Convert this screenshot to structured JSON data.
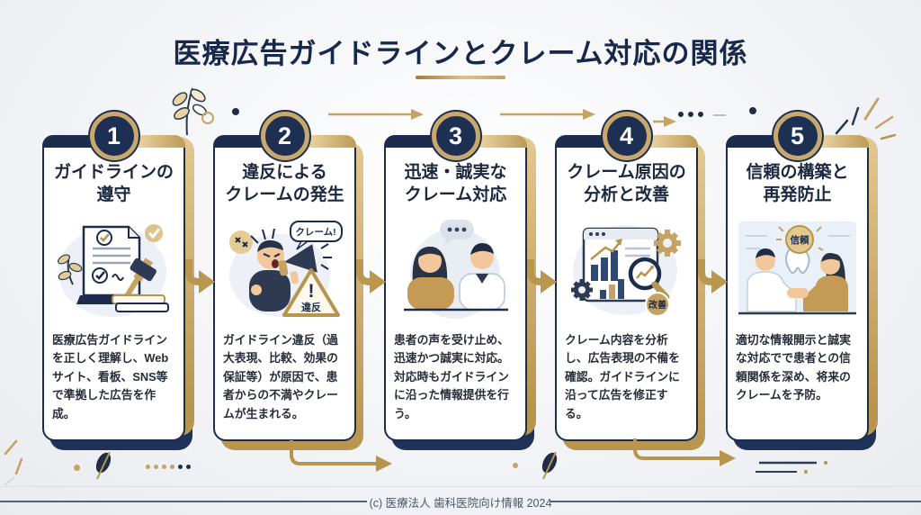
{
  "page": {
    "title": "医療広告ガイドラインとクレーム対応の関係",
    "footer": "(c) 医療法人 歯科医院向け情報 2024"
  },
  "colors": {
    "navy": "#1c2c4d",
    "navy_dark": "#17284a",
    "gold": "#c6a263",
    "gold_dark": "#b8954e",
    "background": "#f3f4f7",
    "card_background": "#ffffff",
    "body_text": "#262c38"
  },
  "steps": [
    {
      "number": "1",
      "title_line1": "ガイドラインの",
      "title_line2": "遵守",
      "body": "医療広告ガイドラインを正しく理解し、Webサイト、看板、SNS等で準拠した広告を作成。",
      "illustration": "document-checkmarks-gavel-book"
    },
    {
      "number": "2",
      "title_line1": "違反による",
      "title_line2": "クレームの発生",
      "body": "ガイドライン違反（過大表現、比較、効果の保証等）が原因で、患者からの不満やクレームが生まれる。",
      "illustration": "angry-patient-megaphone",
      "bubble_label": "クレーム!",
      "warning_mark": "!",
      "warning_label": "違反"
    },
    {
      "number": "3",
      "title_line1": "迅速・誠実な",
      "title_line2": "クレーム対応",
      "body": "患者の声を受け止め、迅速かつ誠実に対応。対応時もガイドラインに沿った情報提供を行う。",
      "illustration": "patient-doctor-dialogue"
    },
    {
      "number": "4",
      "title_line1": "クレーム原因の",
      "title_line2": "分析と改善",
      "body": "クレーム内容を分析し、広告表現の不備を確認。ガイドラインに沿って広告を修正する。",
      "illustration": "analytics-magnifier-gears",
      "badge_label": "改善"
    },
    {
      "number": "5",
      "title_line1": "信頼の構築と",
      "title_line2": "再発防止",
      "body": "適切な情報開示と誠実な対応でで患者との信頼関係を深め、将来のクレームを予防。",
      "illustration": "doctor-patient-handshake-trust",
      "badge_label": "信頼"
    }
  ],
  "decorations": {
    "icons": [
      "branch-leaves-icon",
      "sparkle-rays-icon",
      "leaf-icon",
      "curved-flow-arrow-icon",
      "thin-flow-arrow-icon",
      "dots-row-icon",
      "slash-marks-icon"
    ]
  }
}
